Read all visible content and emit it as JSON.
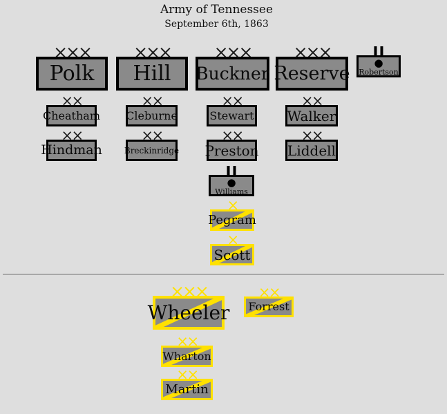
{
  "header": {
    "title": "Army of Tennessee",
    "subtitle": "September 6th, 1863"
  },
  "symbols": {
    "corps": "×××",
    "division": "××",
    "brigade": "×",
    "artillery_dot": "●"
  },
  "colors": {
    "background": "#dedede",
    "unit_fill": "#8a8a8a",
    "infantry_border": "#000000",
    "cavalry_accent": "#ffe100",
    "size_mark_dark": "#1c1c1c",
    "divider": "#a8a8a8"
  },
  "units": {
    "polk": {
      "label": "Polk",
      "size_symbol": "×××"
    },
    "hill": {
      "label": "Hill",
      "size_symbol": "×××"
    },
    "buckner": {
      "label": "Buckner",
      "size_symbol": "×××"
    },
    "reserve": {
      "label": "Reserve",
      "size_symbol": "×××"
    },
    "robertson": {
      "label": "Robertson"
    },
    "cheatham": {
      "label": "Cheatham",
      "size_symbol": "××"
    },
    "cleburne": {
      "label": "Cleburne",
      "size_symbol": "××"
    },
    "stewart": {
      "label": "Stewart",
      "size_symbol": "××"
    },
    "walker": {
      "label": "Walker",
      "size_symbol": "××"
    },
    "hindman": {
      "label": "Hindman",
      "size_symbol": "××"
    },
    "breckinridge": {
      "label": "Breckinridge",
      "size_symbol": "××"
    },
    "preston": {
      "label": "Preston",
      "size_symbol": "××"
    },
    "liddell": {
      "label": "Liddell",
      "size_symbol": "××"
    },
    "williams": {
      "label": "Williams"
    },
    "pegram": {
      "label": "Pegram",
      "size_symbol": "×"
    },
    "scott": {
      "label": "Scott",
      "size_symbol": "×"
    },
    "wheeler": {
      "label": "Wheeler",
      "size_symbol": "×××"
    },
    "forrest": {
      "label": "Forrest",
      "size_symbol": "××"
    },
    "wharton": {
      "label": "Wharton",
      "size_symbol": "××"
    },
    "martin": {
      "label": "Martin",
      "size_symbol": "××"
    }
  }
}
